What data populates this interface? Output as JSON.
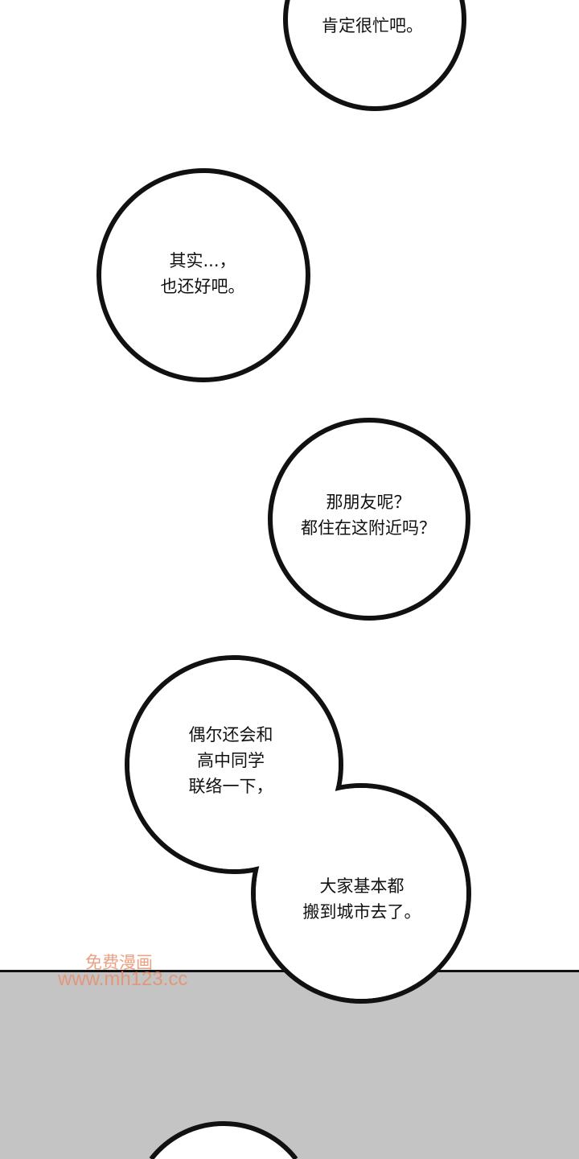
{
  "bubbles": [
    {
      "lines": [
        "肯定很忙吧。"
      ]
    },
    {
      "lines": [
        "其实...，",
        "也还好吧。"
      ]
    },
    {
      "lines": [
        "那朋友呢？",
        "都住在这附近吗？"
      ]
    },
    {
      "lines": [
        "偶尔还会和",
        "高中同学",
        "联络一下，"
      ]
    },
    {
      "lines": [
        "大家基本都",
        "搬到城市去了。"
      ]
    }
  ],
  "watermark": {
    "line1": "免费漫画",
    "line2": "www.mh123.cc"
  },
  "colors": {
    "panel_gray": "#c4c4c4",
    "watermark": "#e8906e",
    "outline": "#111111"
  }
}
